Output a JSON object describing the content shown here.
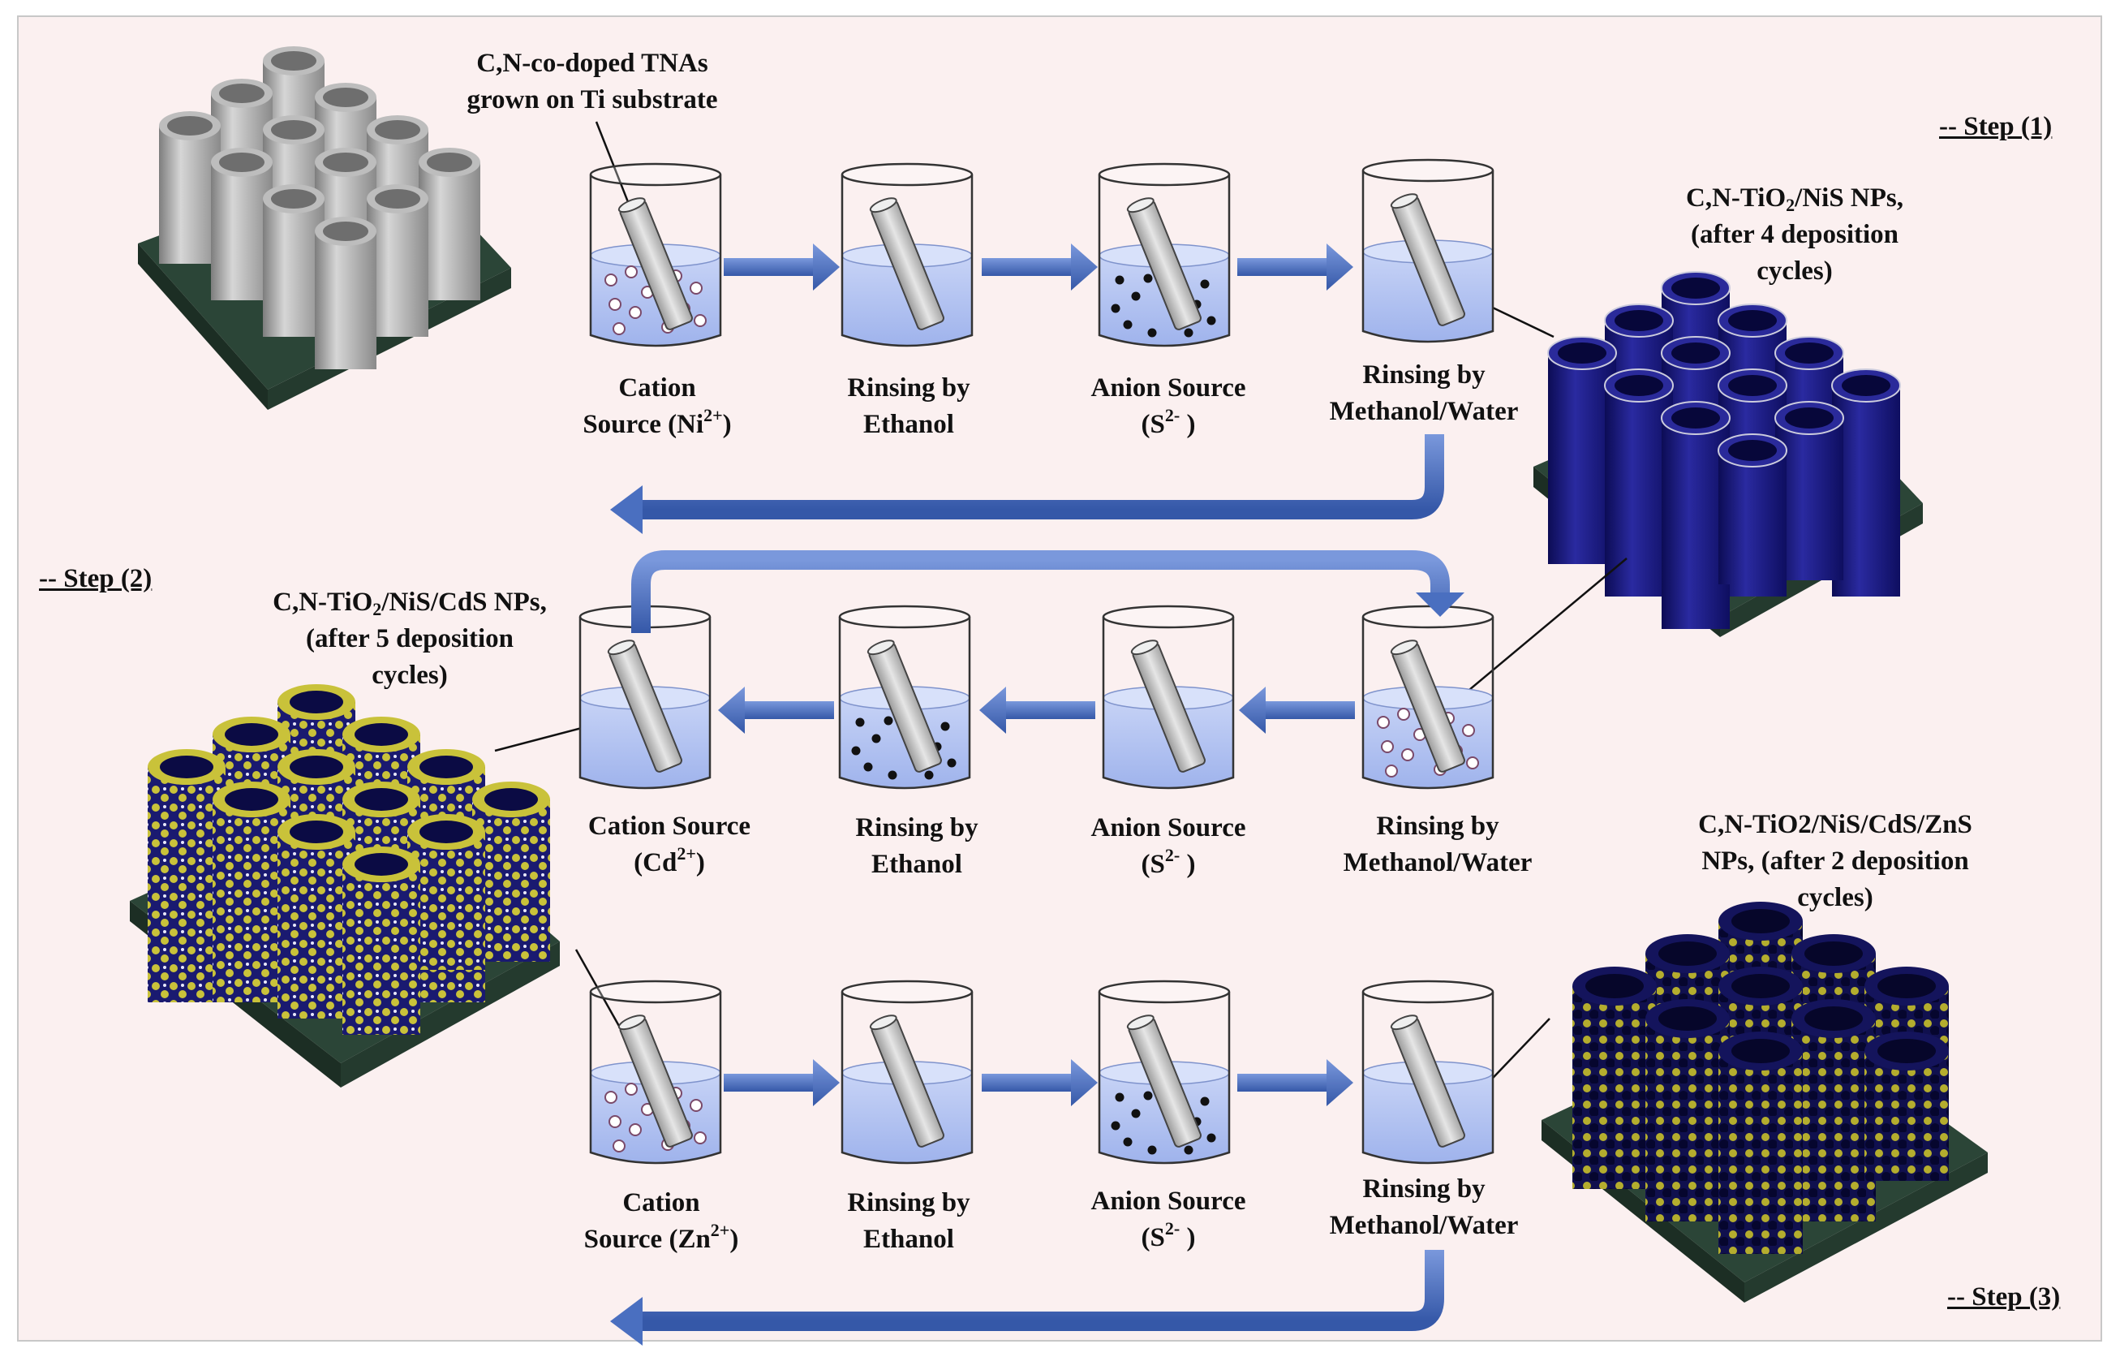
{
  "steps": {
    "step1": "-- Step (1)",
    "step2": "-- Step (2)",
    "step3": "-- Step (3)"
  },
  "annotations": {
    "start_line1": "C,N-co-doped TNAs",
    "start_line2": "grown on Ti substrate",
    "nis_line1_a": "C,N-TiO",
    "nis_line1_sub": "2",
    "nis_line1_b": "/NiS NPs,",
    "nis_line2": "(after 4 deposition",
    "nis_line3": "cycles)",
    "cds_line1_a": "C,N-TiO",
    "cds_line1_sub": "2",
    "cds_line1_b": "/NiS/CdS NPs,",
    "cds_line2": "(after 5 deposition",
    "cds_line3": "cycles)",
    "zns_line1": "C,N-TiO2/NiS/CdS/ZnS",
    "zns_line2": "NPs, (after 2 deposition",
    "zns_line3": "cycles)"
  },
  "row1": {
    "b1_l1": "Cation",
    "b1_l2": "Source (Ni",
    "b1_sup": "2+",
    "b1_end": ")",
    "b2_l1": "Rinsing by",
    "b2_l2": "Ethanol",
    "b3_l1": "Anion Source",
    "b3_l2": "(S",
    "b3_sup": "2-",
    "b3_end": " )",
    "b4_l1": "Rinsing by",
    "b4_l2": "Methanol/Water"
  },
  "row2": {
    "b1_l1": "Cation Source",
    "b1_l2": "(Cd",
    "b1_sup": "2+",
    "b1_end": ")",
    "b2_l1": "Rinsing by",
    "b2_l2": "Ethanol",
    "b3_l1": "Anion Source",
    "b3_l2": "(S",
    "b3_sup": "2-",
    "b3_end": " )",
    "b4_l1": "Rinsing by",
    "b4_l2": "Methanol/Water"
  },
  "row3": {
    "b1_l1": "Cation",
    "b1_l2": "Source (Zn",
    "b1_sup": "2+",
    "b1_end": ")",
    "b2_l1": "Rinsing by",
    "b2_l2": "Ethanol",
    "b3_l1": "Anion Source",
    "b3_l2": "(S",
    "b3_sup": "2-",
    "b3_end": " )",
    "b4_l1": "Rinsing by",
    "b4_l2": "Methanol/Water"
  },
  "colors": {
    "background": "#fbf0f0",
    "arrow": "#4a6fc0",
    "liquid": "#b9c8f2",
    "tube_gray": "#a8a8a8",
    "tube_navy": "#1c1c7a",
    "particle_yellow": "#c8c035",
    "substrate": "#2e4a3c"
  }
}
